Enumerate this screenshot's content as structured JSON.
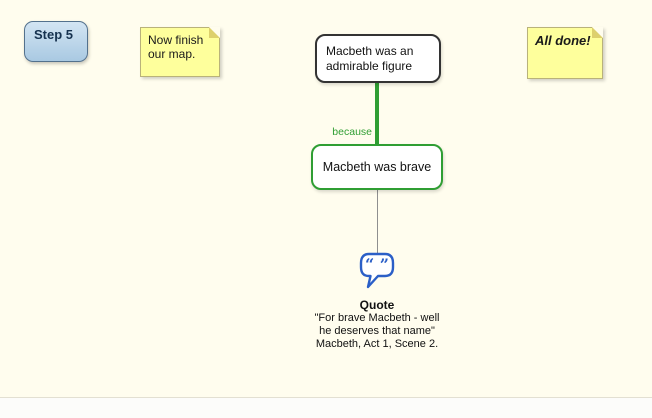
{
  "page": {
    "background": "#FFFDEE"
  },
  "step_badge": {
    "label": "Step 5"
  },
  "notes": {
    "instruction": {
      "text": "Now finish\nour map."
    },
    "done": {
      "text": "All done!"
    }
  },
  "map": {
    "claim": {
      "text": "Macbeth was an admirable figure"
    },
    "connector": {
      "label": "because",
      "color": "#2f9e33"
    },
    "reason": {
      "text": "Macbeth was brave"
    },
    "quote_node": {
      "icon_glyph": "“ ”",
      "title": "Quote",
      "lines": [
        "\"For brave Macbeth - well",
        "he deserves that name\"",
        "Macbeth, Act 1, Scene 2."
      ]
    }
  },
  "colors": {
    "green": "#2f9e33",
    "blue": "#2b5fc7",
    "note_yellow": "#FEFF9C",
    "step_blue": "#A9C9E2",
    "claim_border": "#333333"
  }
}
